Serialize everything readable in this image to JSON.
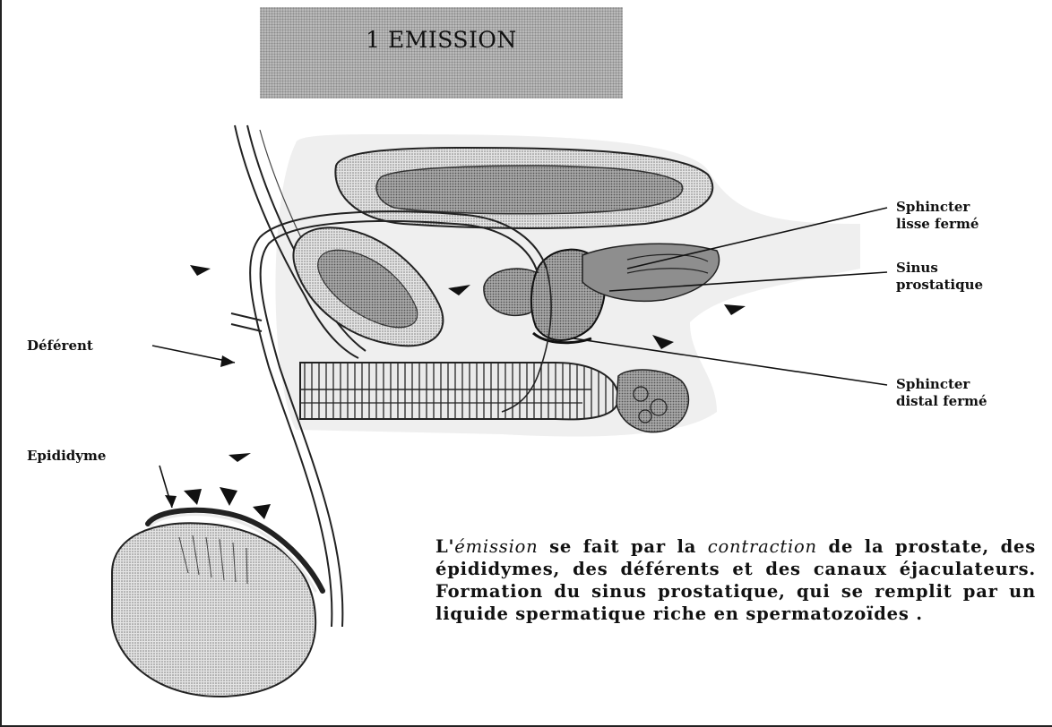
{
  "title": "1 EMISSION",
  "labels": {
    "sphincter_lisse": [
      "Sphincter",
      "lisse fermé"
    ],
    "sinus_prostatique": [
      "Sinus",
      "prostatique"
    ],
    "sphincter_distal": [
      "Sphincter",
      "distal fermé"
    ],
    "deferent": "Déférent",
    "epididyme": "Epididyme"
  },
  "caption": {
    "part1": "L'",
    "em1": "émission",
    "part2": " se fait par la ",
    "em2": "contraction",
    "part3": " de la prostate, des épididymes, des déférents et des canaux éjaculateurs. Formation du sinus prostatique, qui se remplit par un liquide spermatique riche en spermatozoïdes ."
  },
  "colors": {
    "ink": "#111111",
    "title_fill": "#b9b9b9",
    "organ_shade": "#9a9a9a",
    "light_shade": "#d0d0d0"
  }
}
